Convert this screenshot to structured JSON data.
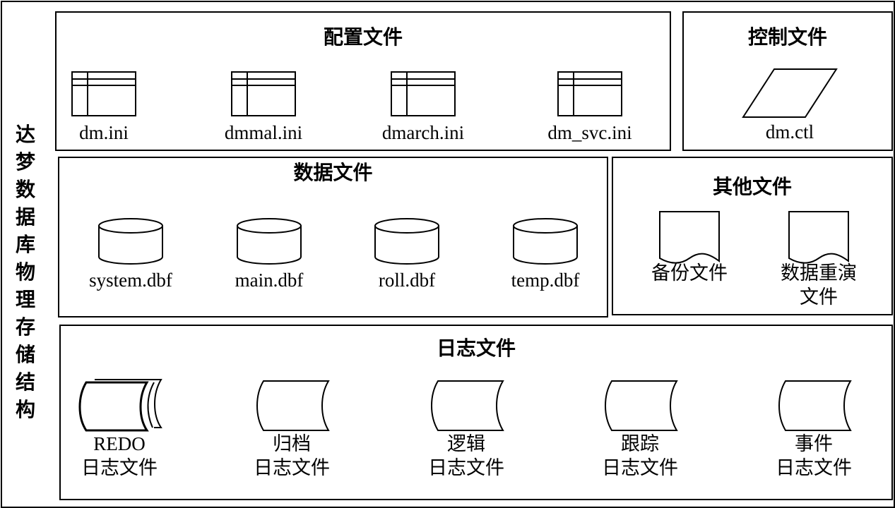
{
  "side_title": [
    "达",
    "梦",
    "数",
    "据",
    "库",
    "物",
    "理",
    "存",
    "储",
    "结",
    "构"
  ],
  "config": {
    "title": "配置文件",
    "files": [
      "dm.ini",
      "dmmal.ini",
      "dmarch.ini",
      "dm_svc.ini"
    ]
  },
  "control": {
    "title": "控制文件",
    "files": [
      "dm.ctl"
    ]
  },
  "data": {
    "title": "数据文件",
    "files": [
      "system.dbf",
      "main.dbf",
      "roll.dbf",
      "temp.dbf"
    ]
  },
  "other": {
    "title": "其他文件",
    "files": [
      [
        "备份文件"
      ],
      [
        "数据重演",
        "文件"
      ]
    ]
  },
  "log": {
    "title": "日志文件",
    "files": [
      [
        "REDO",
        "日志文件"
      ],
      [
        "归档",
        "日志文件"
      ],
      [
        "逻辑",
        "日志文件"
      ],
      [
        "跟踪",
        "日志文件"
      ],
      [
        "事件",
        "日志文件"
      ]
    ]
  }
}
